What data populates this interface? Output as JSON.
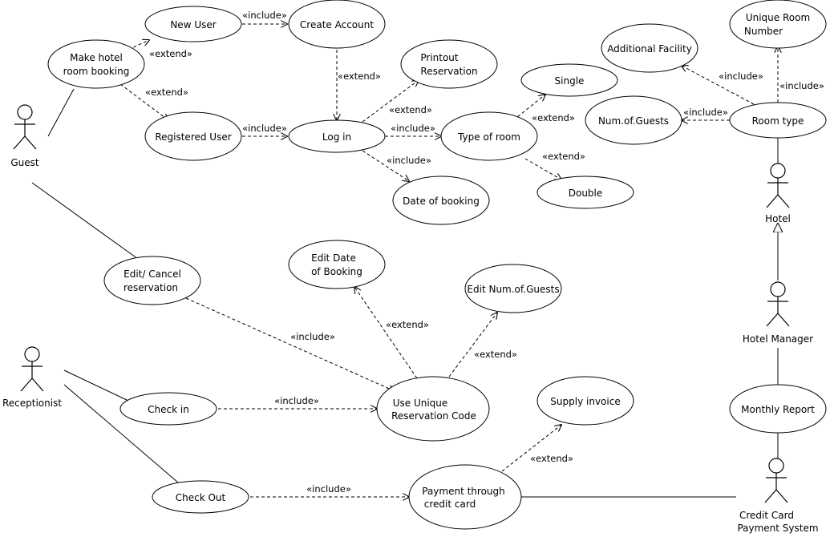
{
  "actors": {
    "guest": "Guest",
    "receptionist": "Receptionist",
    "hotel": "Hotel",
    "hotel_manager": "Hotel Manager",
    "payment_system": [
      "Credit Card",
      "Payment System"
    ]
  },
  "use_cases": {
    "make_booking": [
      "Make hotel",
      "room booking"
    ],
    "new_user": [
      "New User"
    ],
    "create_account": [
      "Create Account"
    ],
    "registered_user": [
      "Registered User"
    ],
    "log_in": [
      "Log in"
    ],
    "printout": [
      "Printout",
      "Reservation"
    ],
    "type_of_room": [
      "Type of room"
    ],
    "single": [
      "Single"
    ],
    "double": [
      "Double"
    ],
    "date_of_booking": [
      "Date of booking"
    ],
    "additional_facility": [
      "Additional Facility"
    ],
    "unique_room_number": [
      "Unique Room",
      "Number"
    ],
    "num_guests": [
      "Num.of.Guests"
    ],
    "room_type": [
      "Room type"
    ],
    "edit_cancel": [
      "Edit/ Cancel",
      "reservation"
    ],
    "edit_date": [
      "Edit Date",
      "of Booking"
    ],
    "edit_num_guests": [
      "Edit Num.of.Guests"
    ],
    "use_code": [
      "Use Unique",
      "Reservation Code"
    ],
    "check_in": [
      "Check in"
    ],
    "check_out": [
      "Check Out"
    ],
    "supply_invoice": [
      "Supply invoice"
    ],
    "payment": [
      "Payment through",
      "credit card"
    ],
    "monthly_report": [
      "Monthly Report"
    ]
  },
  "stereotypes": {
    "include": "«include»",
    "extend": "«extend»"
  }
}
